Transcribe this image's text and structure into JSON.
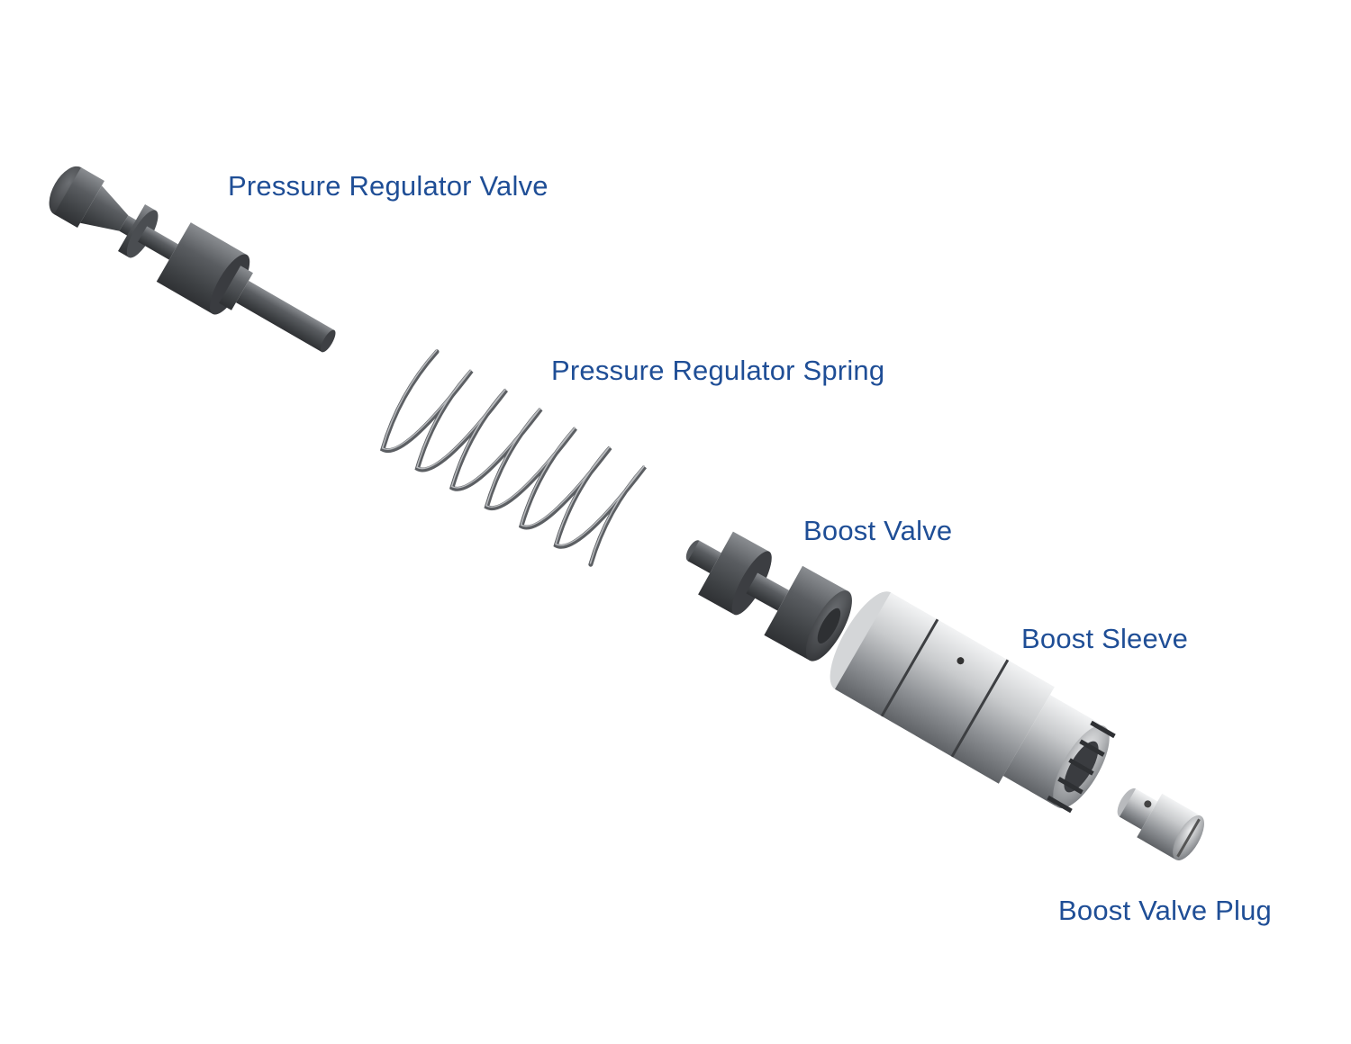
{
  "colors": {
    "label": "#1f4e96",
    "background": "#ffffff",
    "dark_steel": "#4e5155",
    "bright_steel": "#c9cbcd"
  },
  "parts": [
    {
      "id": "pressure-regulator-valve",
      "label": "Pressure Regulator Valve"
    },
    {
      "id": "pressure-regulator-spring",
      "label": "Pressure Regulator Spring"
    },
    {
      "id": "boost-valve",
      "label": "Boost Valve"
    },
    {
      "id": "boost-sleeve",
      "label": "Boost Sleeve"
    },
    {
      "id": "boost-valve-plug",
      "label": "Boost Valve Plug"
    }
  ]
}
